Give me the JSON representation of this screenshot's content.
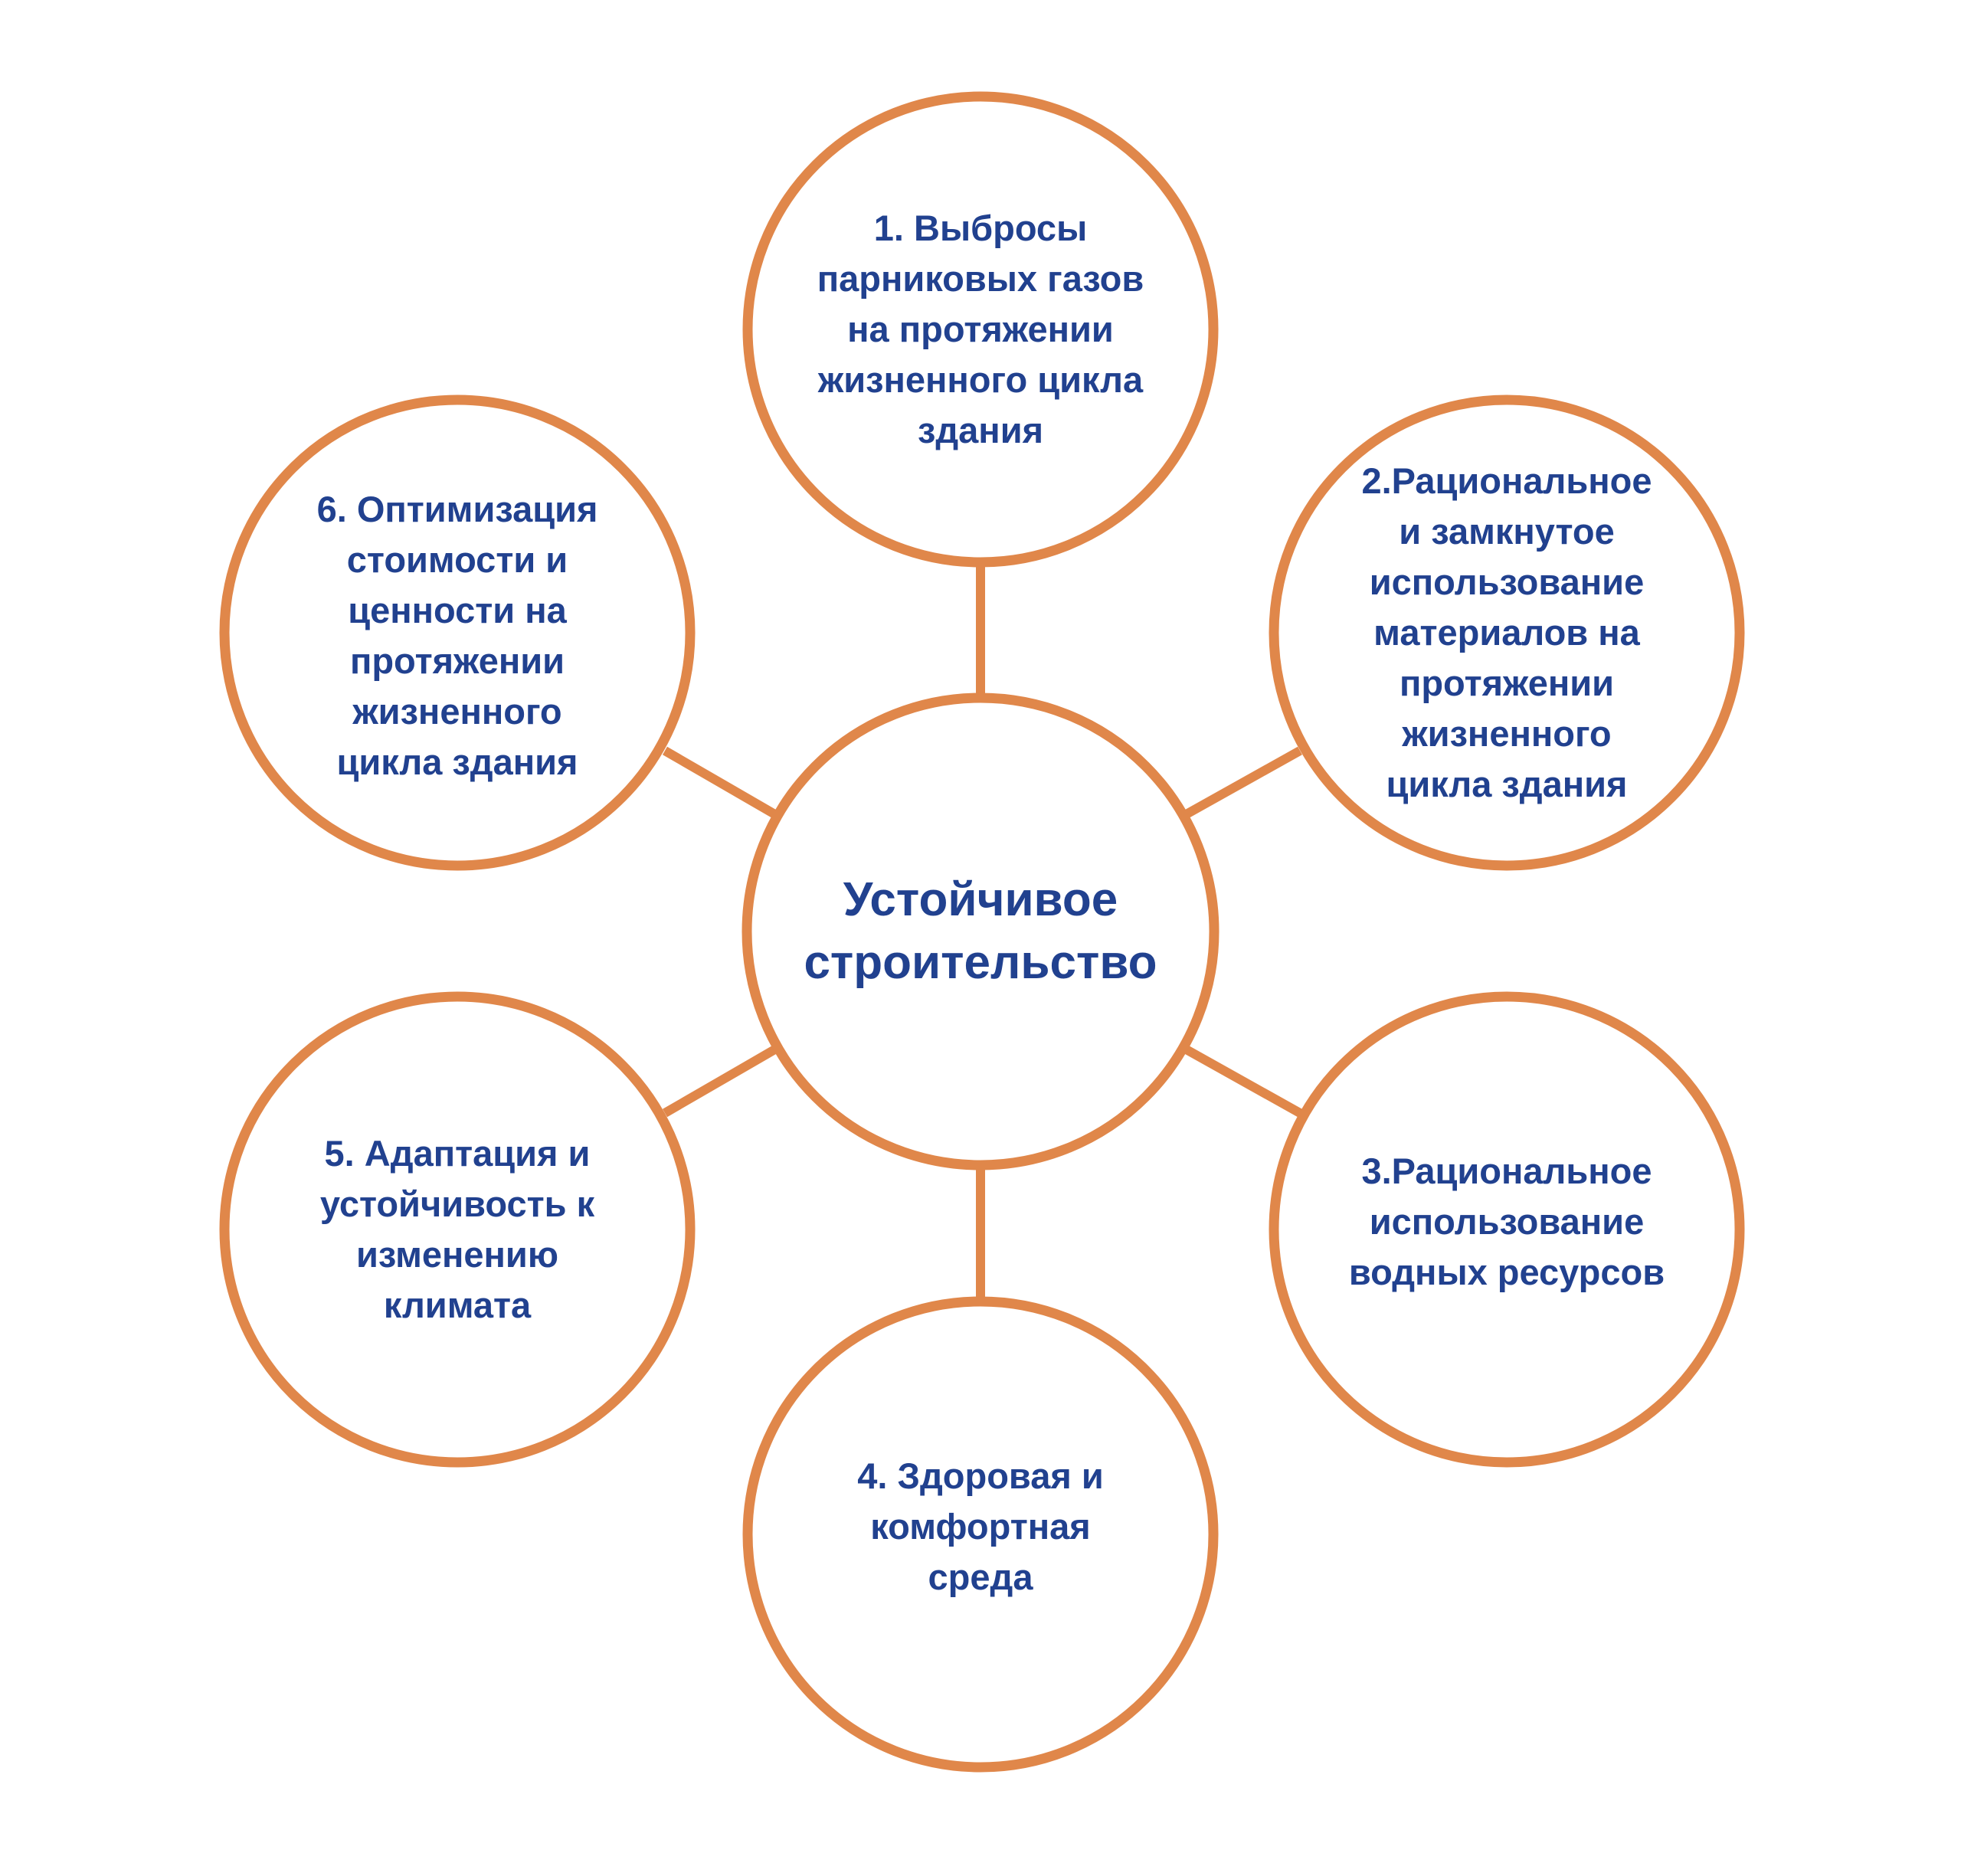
{
  "diagram": {
    "colors": {
      "ring": "#e0874a",
      "text": "#21418f",
      "background": "#ffffff"
    },
    "center": {
      "label": "Устойчивое\nстроительство"
    },
    "nodes": [
      {
        "label": "1. Выбросы\nпарниковых газов\nна протяжении\nжизненного цикла\nздания"
      },
      {
        "label": "2.Рациональное\nи замкнутое\nиспользование\nматериалов на\nпротяжении\nжизненного\nцикла здания"
      },
      {
        "label": "3.Рациональное\nиспользование\nводных ресурсов"
      },
      {
        "label": "4. Здоровая и\nкомфортная\nсреда"
      },
      {
        "label": "5. Адаптация и\nустойчивость к\nизменению\nклимата"
      },
      {
        "label": "6. Оптимизация\nстоимости и\nценности на\nпротяжении\nжизненного\nцикла здания"
      }
    ]
  }
}
